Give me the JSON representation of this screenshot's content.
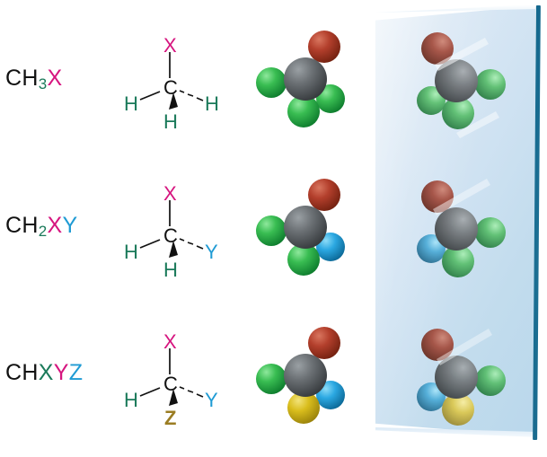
{
  "figure": {
    "type": "chemistry-diagram",
    "description": "Three molecular formulas shown as condensed formula, wedge-dash skeletal structure, ball-and-stick model, and its mirror image in a mirror plane",
    "mirror_plane": {
      "name": "mirror-plane",
      "fill_color": "#cfe2f2",
      "edge_color": "#14688e"
    }
  },
  "palette": {
    "black": "#111111",
    "green_text": "#1b7a5a",
    "magenta": "#d6157f",
    "cyan": "#1f9bd4",
    "olive": "#9b7d23",
    "sphere_carbon": "#575b5e",
    "sphere_hydrogen": "#2fb34a",
    "sphere_x_red": "#b0392a",
    "sphere_y_blue": "#27a6e0",
    "sphere_z_yellow": "#d8bb1c",
    "bond_gray": "#b9c4cc"
  },
  "rows": [
    {
      "id": "row-ch3x",
      "formula_parts": [
        {
          "text": "CH",
          "color_name": "black"
        },
        {
          "text": "3",
          "color_name": "green_text",
          "sub": true
        },
        {
          "text": "X",
          "color_name": "magenta"
        }
      ],
      "formula_plain": "CH3X",
      "structure": {
        "center": "C",
        "center_color": "black",
        "substituents": [
          {
            "label": "X",
            "position": "top",
            "bond": "plain",
            "color_name": "magenta"
          },
          {
            "label": "H",
            "position": "left",
            "bond": "plain",
            "color_name": "green_text"
          },
          {
            "label": "H",
            "position": "right",
            "bond": "dashed",
            "color_name": "green_text"
          },
          {
            "label": "H",
            "position": "bottom",
            "bond": "wedge",
            "color_name": "green_text"
          }
        ]
      },
      "model": {
        "atoms": [
          {
            "label": "X",
            "color_name": "sphere_x_red",
            "position": "top-right"
          },
          {
            "label": "C",
            "color_name": "sphere_carbon",
            "position": "center"
          },
          {
            "label": "H",
            "color_name": "sphere_hydrogen",
            "position": "left"
          },
          {
            "label": "H",
            "color_name": "sphere_hydrogen",
            "position": "lower-right"
          },
          {
            "label": "H",
            "color_name": "sphere_hydrogen",
            "position": "bottom"
          }
        ]
      }
    },
    {
      "id": "row-ch2xy",
      "formula_parts": [
        {
          "text": "CH",
          "color_name": "black"
        },
        {
          "text": "2",
          "color_name": "green_text",
          "sub": true
        },
        {
          "text": "X",
          "color_name": "magenta"
        },
        {
          "text": "Y",
          "color_name": "cyan"
        }
      ],
      "formula_plain": "CH2XY",
      "structure": {
        "center": "C",
        "center_color": "black",
        "substituents": [
          {
            "label": "X",
            "position": "top",
            "bond": "plain",
            "color_name": "magenta"
          },
          {
            "label": "H",
            "position": "left",
            "bond": "plain",
            "color_name": "green_text"
          },
          {
            "label": "Y",
            "position": "right",
            "bond": "dashed",
            "color_name": "cyan"
          },
          {
            "label": "H",
            "position": "bottom",
            "bond": "wedge",
            "color_name": "green_text"
          }
        ]
      },
      "model": {
        "atoms": [
          {
            "label": "X",
            "color_name": "sphere_x_red",
            "position": "top-right"
          },
          {
            "label": "C",
            "color_name": "sphere_carbon",
            "position": "center"
          },
          {
            "label": "H",
            "color_name": "sphere_hydrogen",
            "position": "left"
          },
          {
            "label": "Y",
            "color_name": "sphere_y_blue",
            "position": "lower-right"
          },
          {
            "label": "H",
            "color_name": "sphere_hydrogen",
            "position": "bottom"
          }
        ]
      }
    },
    {
      "id": "row-chxyz",
      "formula_parts": [
        {
          "text": "CH",
          "color_name": "black"
        },
        {
          "text": "X",
          "color_name": "magenta"
        },
        {
          "text": "Y",
          "color_name": "cyan"
        },
        {
          "text": "Z",
          "color_name": "olive"
        }
      ],
      "formula_plain": "CHXYZ",
      "structure": {
        "center": "C",
        "center_color": "black",
        "substituents": [
          {
            "label": "X",
            "position": "top",
            "bond": "plain",
            "color_name": "magenta"
          },
          {
            "label": "H",
            "position": "left",
            "bond": "plain",
            "color_name": "green_text"
          },
          {
            "label": "Y",
            "position": "right",
            "bond": "dashed",
            "color_name": "cyan"
          },
          {
            "label": "Z",
            "position": "bottom",
            "bond": "wedge",
            "color_name": "olive"
          }
        ]
      },
      "model": {
        "atoms": [
          {
            "label": "X",
            "color_name": "sphere_x_red",
            "position": "top-right"
          },
          {
            "label": "C",
            "color_name": "sphere_carbon",
            "position": "center"
          },
          {
            "label": "H",
            "color_name": "sphere_hydrogen",
            "position": "left"
          },
          {
            "label": "Y",
            "color_name": "sphere_y_blue",
            "position": "lower-right"
          },
          {
            "label": "Z",
            "color_name": "sphere_z_yellow",
            "position": "bottom"
          }
        ]
      }
    }
  ]
}
